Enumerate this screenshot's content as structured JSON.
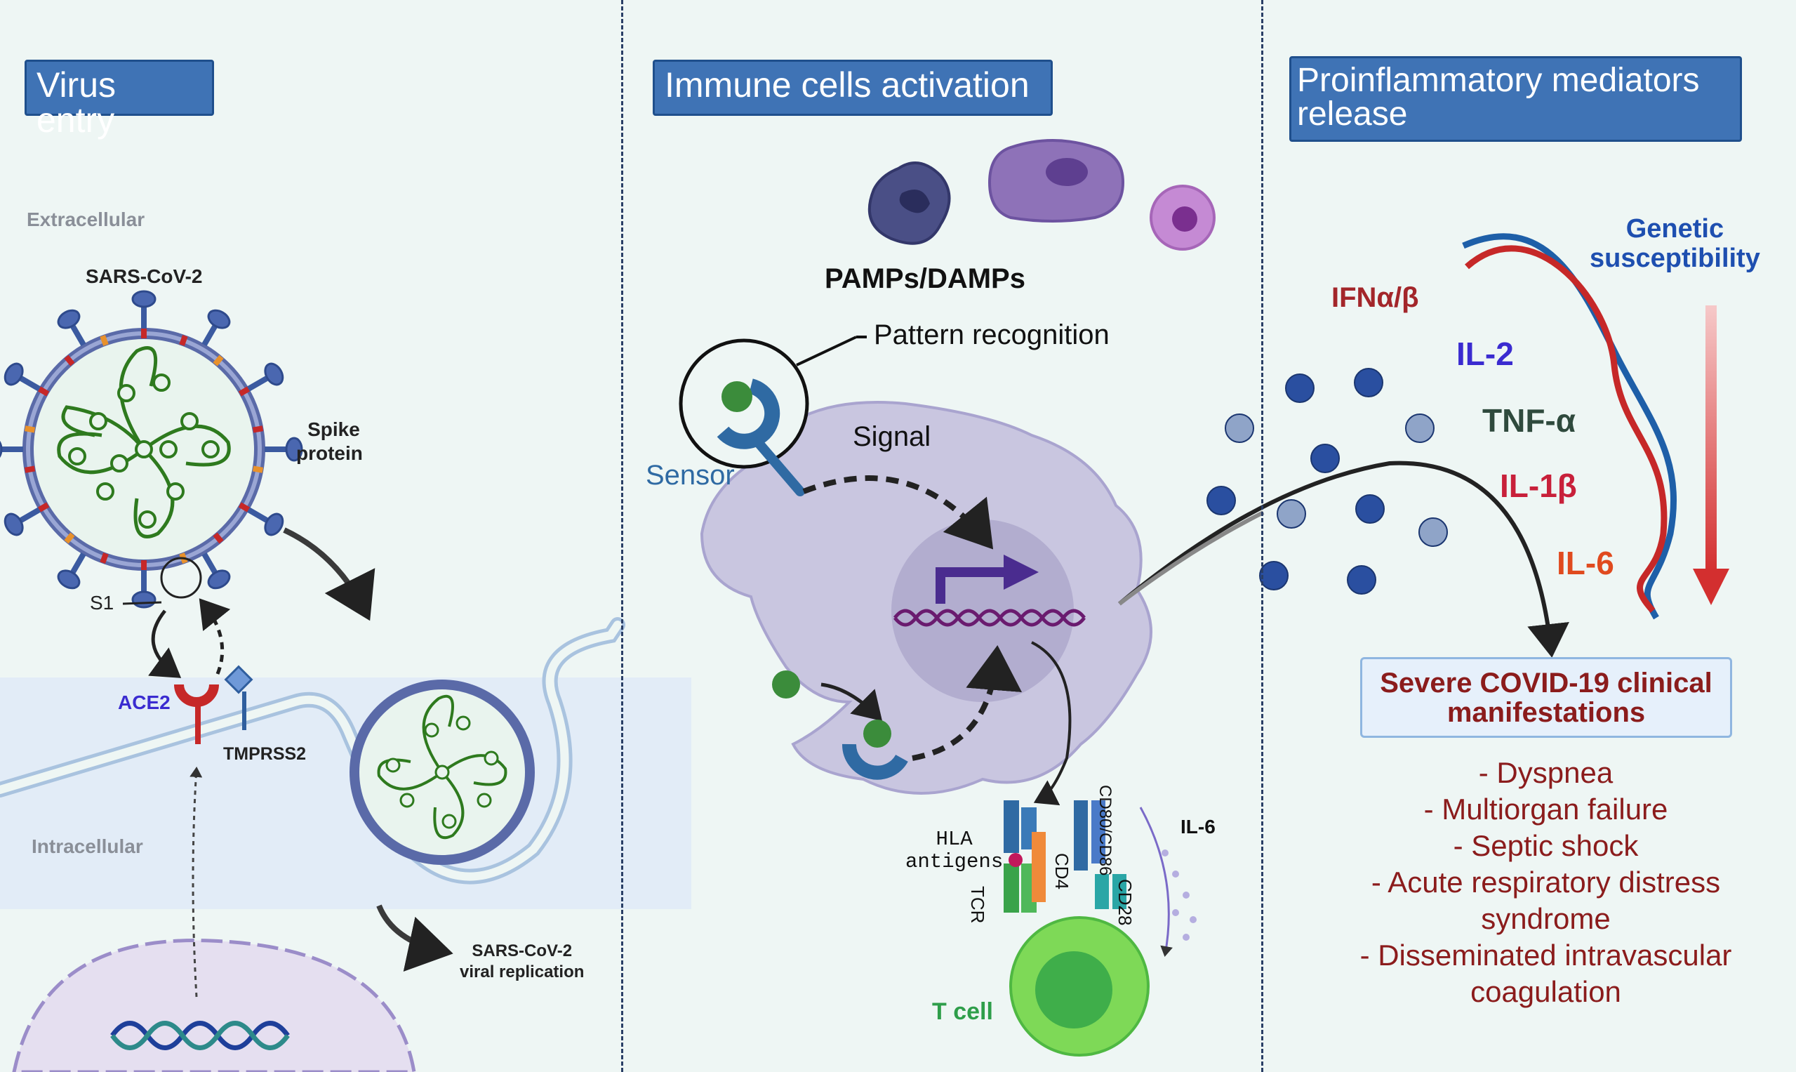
{
  "panels": {
    "virus_entry": {
      "title": "Virus entry",
      "extracellular": "Extracellular",
      "virus": "SARS-CoV-2",
      "spike_line1": "Spike",
      "spike_line2": "protein",
      "s1": "S1",
      "ace2": "ACE2",
      "tmprss2": "TMPRSS2",
      "intracellular": "Intracellular",
      "replication_line1": "SARS-CoV-2",
      "replication_line2": "viral replication"
    },
    "immune": {
      "title": "Immune cells activation",
      "pamps": "PAMPs/DAMPs",
      "pattern": "Pattern recognition",
      "sensor": "Sensor",
      "signal": "Signal",
      "hla_line1": "HLA",
      "hla_line2": "antigens",
      "tcr": "TCR",
      "cd4": "CD4",
      "cd80": "CD80/CD86",
      "cd28": "CD28",
      "il6": "IL-6",
      "tcell": "T cell"
    },
    "mediators": {
      "title_line1": "Proinflammatory mediators",
      "title_line2": "release",
      "genetic_line1": "Genetic",
      "genetic_line2": "susceptibility",
      "cytokines": [
        {
          "label": "IFNα/β",
          "color": "#a3262a"
        },
        {
          "label": "IL-2",
          "color": "#3a2bd0"
        },
        {
          "label": "TNF-α",
          "color": "#2f4a3d"
        },
        {
          "label": "IL-1β",
          "color": "#c8203a"
        },
        {
          "label": "IL-6",
          "color": "#e04a1e"
        }
      ],
      "severe_line1": "Severe COVID-19 clinical",
      "severe_line2": "manifestations",
      "manifestations": [
        "- Dyspnea",
        "- Multiorgan failure",
        "- Septic shock",
        "- Acute respiratory distress",
        "syndrome",
        "- Disseminated intravascular",
        "coagulation"
      ]
    }
  },
  "colors": {
    "title_bg": "#3f73b5",
    "membrane": "#5a6aa8",
    "rna": "#2e7a1e",
    "macrophage": "#c9c6e0",
    "tcell": "#7ed957",
    "arrow_red": "#d32f2f"
  }
}
